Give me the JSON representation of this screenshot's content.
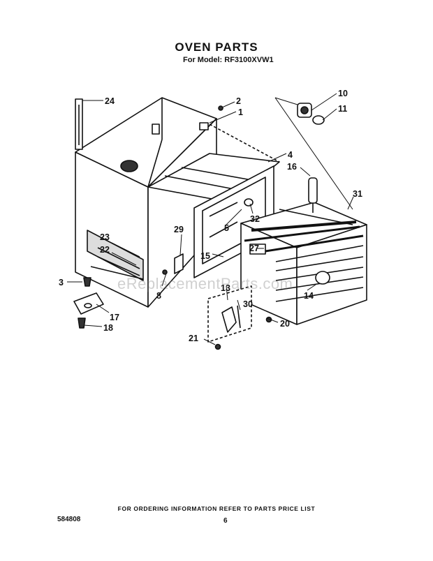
{
  "header": {
    "title": "OVEN PARTS",
    "model_line": "For Model: RF3100XVW1"
  },
  "watermark": "eReplacementParts.com",
  "callouts": [
    "1",
    "2",
    "3",
    "4",
    "5",
    "8",
    "10",
    "11",
    "13",
    "14",
    "15",
    "16",
    "17",
    "18",
    "20",
    "21",
    "22",
    "23",
    "24",
    "27",
    "29",
    "30",
    "31",
    "32"
  ],
  "footer": {
    "ordering_note": "FOR ORDERING INFORMATION REFER TO PARTS PRICE LIST",
    "doc_number": "584808",
    "page_number": "6"
  }
}
